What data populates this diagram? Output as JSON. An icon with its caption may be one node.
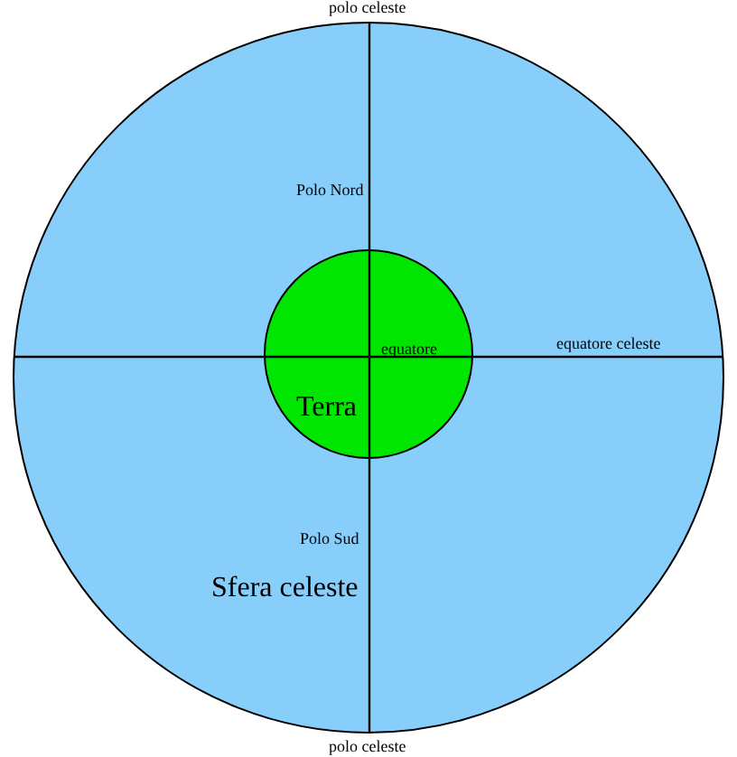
{
  "diagram": {
    "nodes": [
      {
        "text": [
          "Sfera celeste"
        ]
      },
      {
        "text": [
          "Terra"
        ],
        "in": 0
      }
    ],
    "edges": [],
    "labels": [
      "polo celeste",
      "Polo Nord",
      "equatore",
      "equatore celeste",
      "Polo Sud",
      "polo celeste"
    ]
  }
}
